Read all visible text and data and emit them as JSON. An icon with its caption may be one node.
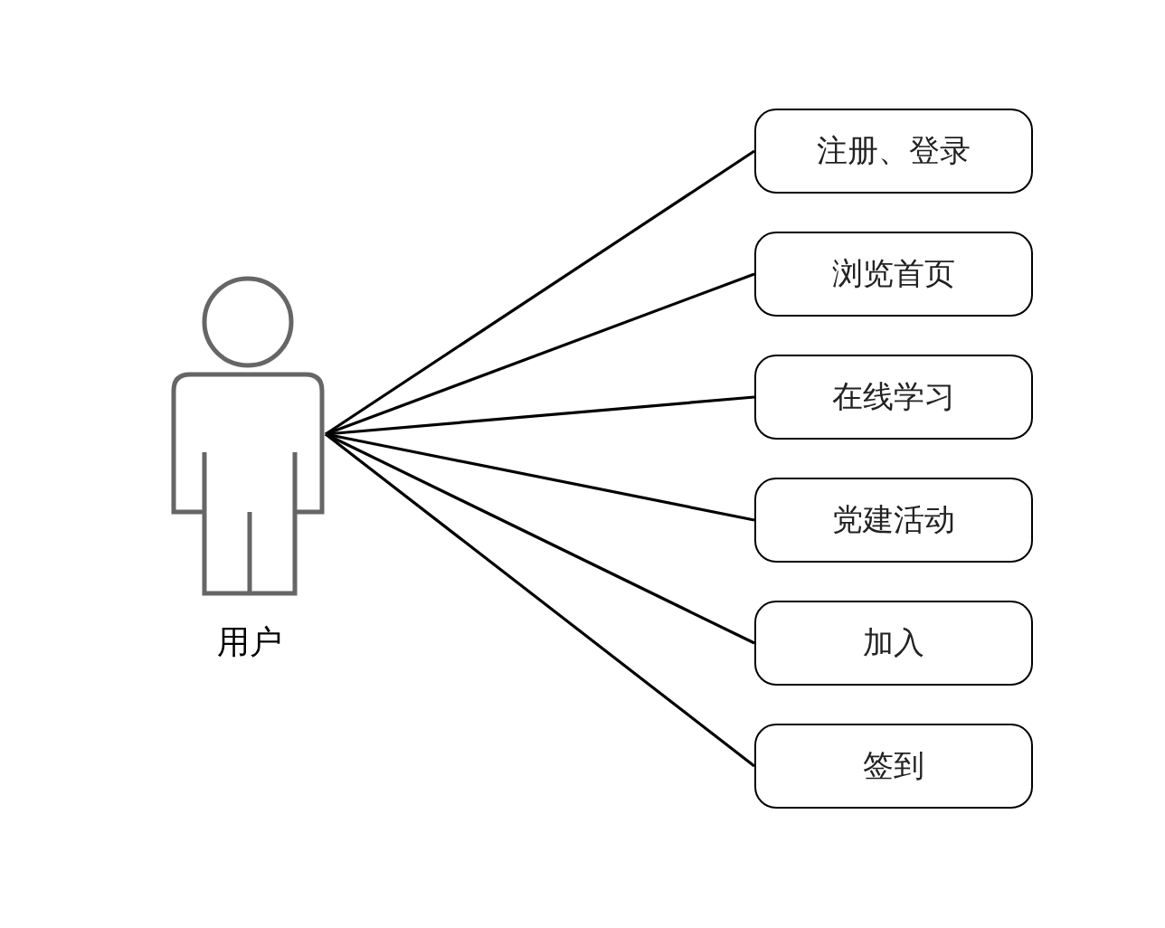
{
  "diagram": {
    "nodes": [
      {
        "text": [
          "用户"
        ]
      },
      {
        "text": [
          "注册、登录"
        ]
      },
      {
        "text": [
          "浏览首页"
        ]
      },
      {
        "text": [
          "在线学习"
        ]
      },
      {
        "text": [
          "党建活动"
        ]
      },
      {
        "text": [
          "加入"
        ]
      },
      {
        "text": [
          "签到"
        ]
      }
    ],
    "edges": [
      {
        "from": 0,
        "to": 1,
        "arrow": "none"
      },
      {
        "from": 0,
        "to": 2,
        "arrow": "none"
      },
      {
        "from": 0,
        "to": 3,
        "arrow": "none"
      },
      {
        "from": 0,
        "to": 4,
        "arrow": "none"
      },
      {
        "from": 0,
        "to": 5,
        "arrow": "none"
      },
      {
        "from": 0,
        "to": 6,
        "arrow": "none"
      }
    ]
  }
}
